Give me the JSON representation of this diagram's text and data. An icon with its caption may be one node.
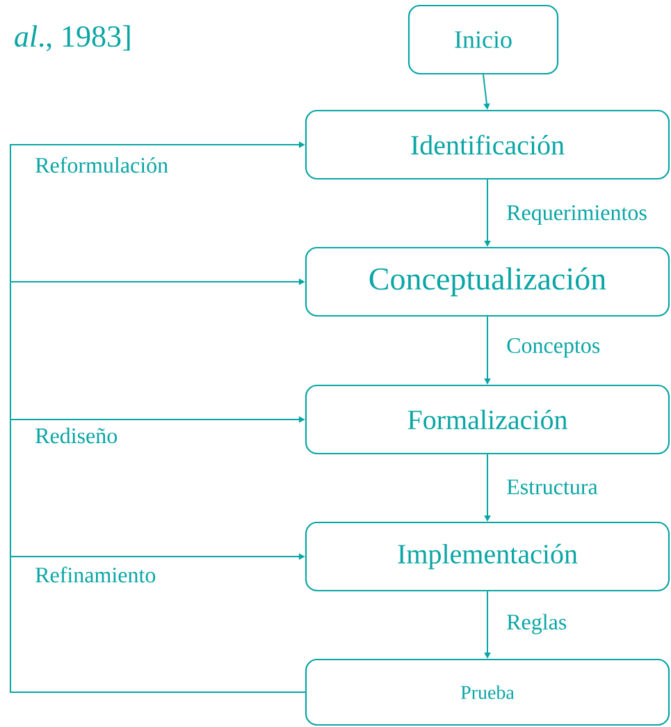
{
  "diagram": {
    "nodes": [
      {
        "text": [
          "Inicio"
        ]
      },
      {
        "text": [
          "Identificación"
        ]
      },
      {
        "text": [
          "Conceptualización"
        ]
      },
      {
        "text": [
          "Formalización"
        ]
      },
      {
        "text": [
          "Implementación"
        ]
      },
      {
        "text": [
          "Prueba"
        ]
      }
    ],
    "edges": [
      {
        "from": 0,
        "to": 1,
        "arrow": "to"
      },
      {
        "from": 1,
        "to": 2,
        "arrow": "to",
        "label": "Requerimientos"
      },
      {
        "from": 2,
        "to": 3,
        "arrow": "to",
        "label": "Conceptos"
      },
      {
        "from": 3,
        "to": 4,
        "arrow": "to",
        "label": "Estructura"
      },
      {
        "from": 4,
        "to": 5,
        "arrow": "to",
        "label": "Reglas"
      },
      {
        "from": 5,
        "to": 1,
        "arrow": "to",
        "label": "Reformulación"
      },
      {
        "from": 5,
        "to": 2,
        "arrow": "to"
      },
      {
        "from": 5,
        "to": 3,
        "arrow": "to",
        "label": "Rediseño"
      },
      {
        "from": 5,
        "to": 4,
        "arrow": "to",
        "label": "Refinamiento"
      }
    ],
    "labels": [
      "*al*., 1983]"
    ]
  }
}
